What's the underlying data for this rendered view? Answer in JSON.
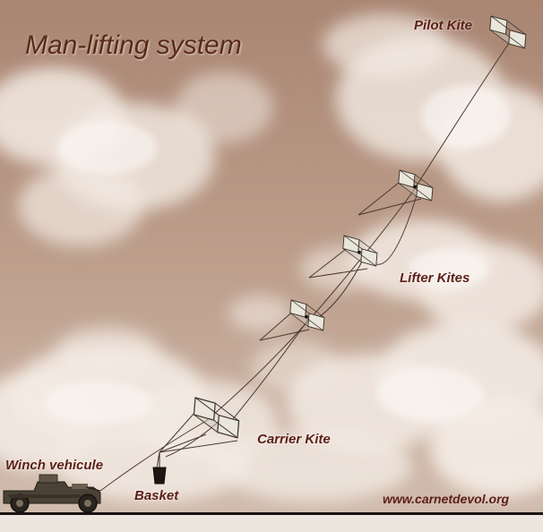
{
  "title": "Man-lifting system",
  "labels": {
    "pilot_kite": "Pilot Kite",
    "lifter_kites": "Lifter Kites",
    "carrier_kite": "Carrier Kite",
    "winch_vehicle": "Winch vehicule",
    "basket": "Basket",
    "website": "www.carnetdevol.org"
  },
  "colors": {
    "sky": "#b3927e",
    "cloud": "#f4ede6",
    "label_text": "#5c1f16",
    "title_text": "#5a2a18",
    "line": "#4a3a32"
  },
  "icons": [
    "kite-icon",
    "winch-vehicle-icon",
    "basket-icon"
  ]
}
